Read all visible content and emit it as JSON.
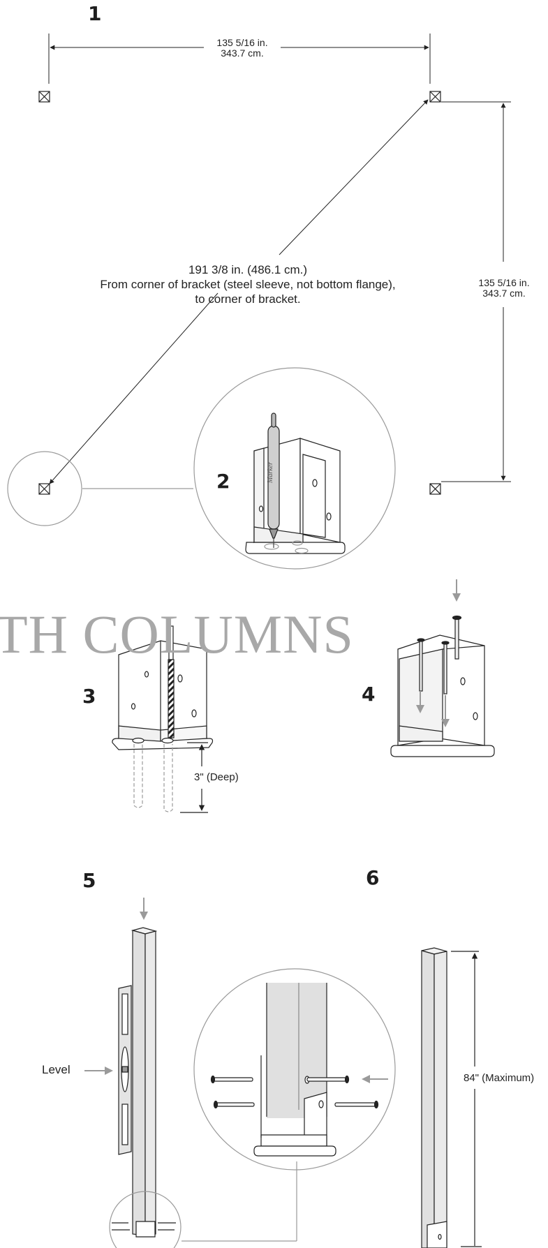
{
  "steps": {
    "s1": "1",
    "s2": "2",
    "s3": "3",
    "s4": "4",
    "s5": "5",
    "s6": "6"
  },
  "dimensions": {
    "top_width_in": "135 5/16 in.",
    "top_width_cm": "343.7 cm.",
    "side_height_in": "135 5/16 in.",
    "side_height_cm": "343.7 cm.",
    "diagonal_line1": "191 3/8 in. (486.1 cm.)",
    "diagonal_line2": "From corner of bracket (steel sleeve, not bottom flange),",
    "diagonal_line3": "to corner of bracket.",
    "drill_depth": "3\" (Deep)",
    "post_height": "84\" (Maximum)"
  },
  "labels": {
    "marker": "Marker",
    "level": "Level"
  },
  "watermark": "TH COLUMNS",
  "colors": {
    "line": "#222222",
    "post_fill": "#e3e3e3",
    "arrow": "#9a9a9a",
    "watermark": "#a8a8a8"
  }
}
